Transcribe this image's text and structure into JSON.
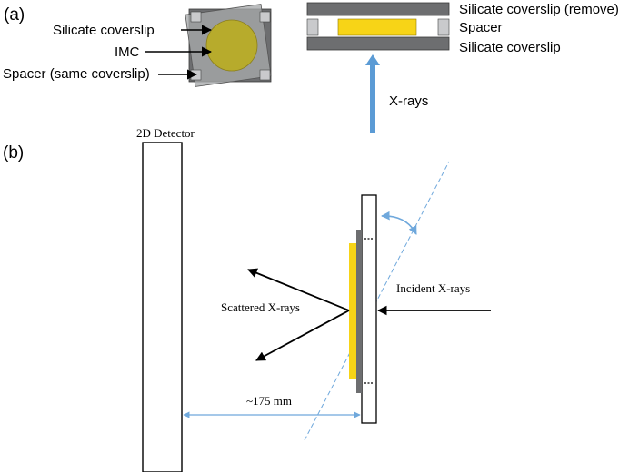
{
  "panel_a": {
    "label": "(a)",
    "top_view": {
      "label_coverslip": "Silicate coverslip",
      "label_imc": "IMC",
      "label_spacer": "Spacer (same coverslip)"
    },
    "side_view": {
      "label_top": "Silicate coverslip (remove)",
      "label_spacer": "Spacer",
      "label_bottom": "Silicate coverslip",
      "label_xrays": "X-rays"
    }
  },
  "panel_b": {
    "label": "(b)",
    "detector_label": "2D Detector",
    "scattered_label": "Scattered X-rays",
    "incident_label": "Incident X-rays",
    "distance_label": "~175 mm"
  },
  "colors": {
    "coverslip_dark": "#6d6e70",
    "coverslip_light": "#a7a9ab",
    "imc_fill": "#b7ab2c",
    "sample_yellow": "#f7d417",
    "xray_blue": "#5b9bd5",
    "dim_blue": "#6fa8dc"
  }
}
